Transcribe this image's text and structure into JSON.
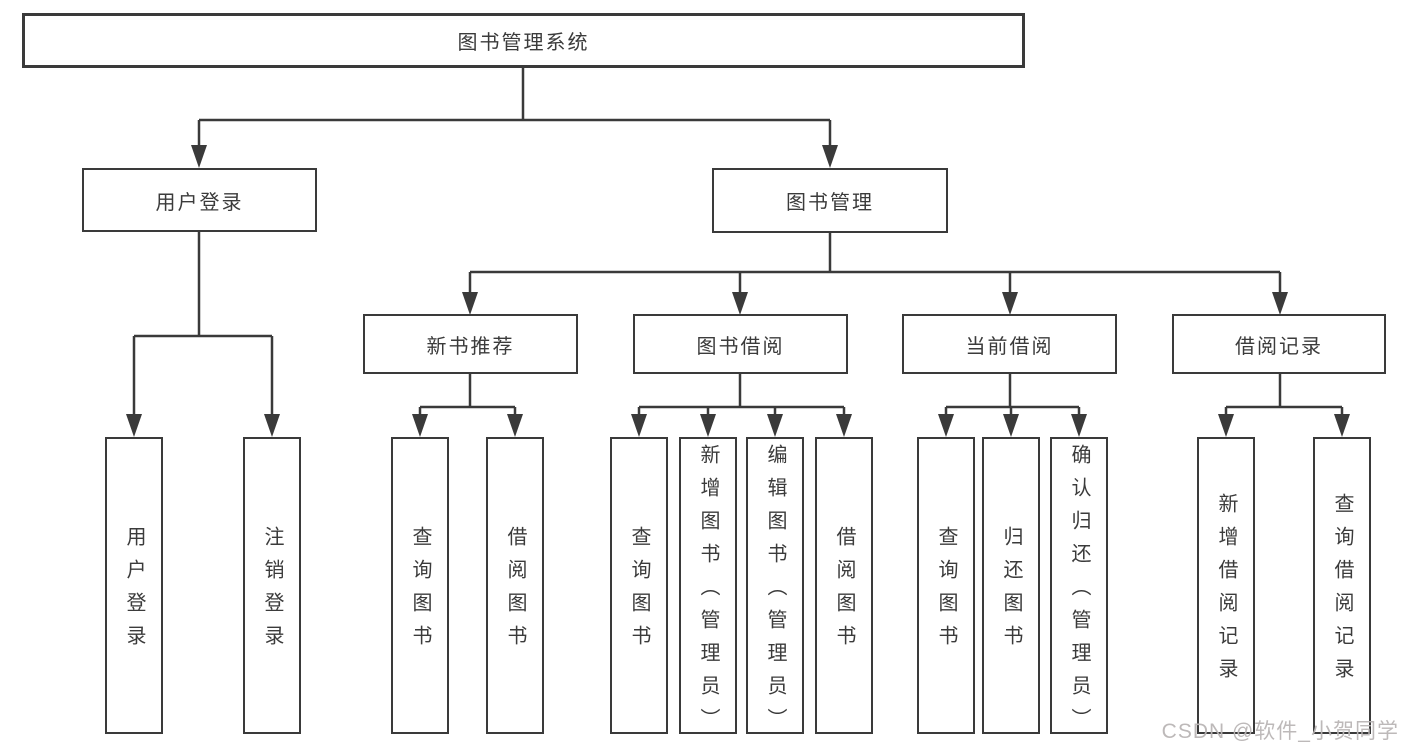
{
  "tree": {
    "root": {
      "label": "图书管理系统"
    },
    "branches": [
      {
        "label": "用户登录",
        "children": [
          {
            "label": "用户登录"
          },
          {
            "label": "注销登录"
          }
        ]
      },
      {
        "label": "图书管理",
        "groups": [
          {
            "label": "新书推荐",
            "children": [
              {
                "label": "查询图书"
              },
              {
                "label": "借阅图书"
              }
            ]
          },
          {
            "label": "图书借阅",
            "children": [
              {
                "label": "查询图书"
              },
              {
                "label": "新增图书（管理员）"
              },
              {
                "label": "编辑图书（管理员）"
              },
              {
                "label": "借阅图书"
              }
            ]
          },
          {
            "label": "当前借阅",
            "children": [
              {
                "label": "查询图书"
              },
              {
                "label": "归还图书"
              },
              {
                "label": "确认归还（管理员）"
              }
            ]
          },
          {
            "label": "借阅记录",
            "children": [
              {
                "label": "新增借阅记录"
              },
              {
                "label": "查询借阅记录"
              }
            ]
          }
        ]
      }
    ]
  },
  "watermark": {
    "text": "CSDN @软件_小贺同学"
  },
  "colors": {
    "line": "#3a3a3a",
    "text": "#3b3b3b",
    "box_background": "#ffffff",
    "watermark": "#b9b5b5"
  }
}
